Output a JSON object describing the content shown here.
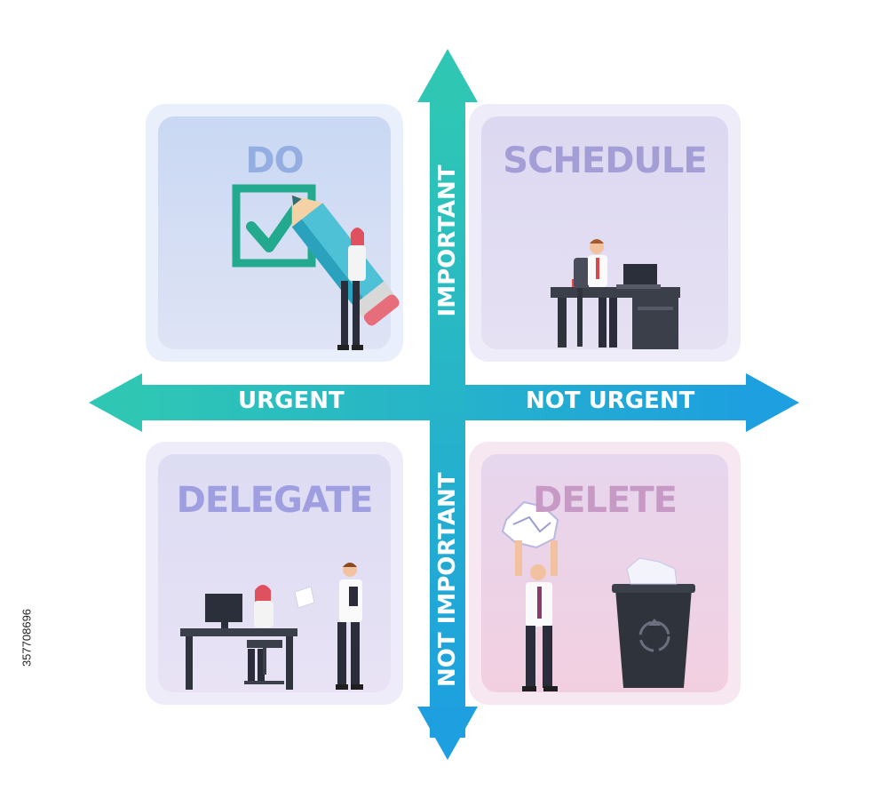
{
  "quadrants": {
    "do": {
      "title": "DO",
      "color": "#9fb3d9"
    },
    "schedule": {
      "title": "SCHEDULE",
      "color": "#a8a4cf"
    },
    "delegate": {
      "title": "DELEGATE",
      "color": "#a7a6d6"
    },
    "delete": {
      "title": "DELETE",
      "color": "#c7a8c9"
    }
  },
  "axes": {
    "left": "URGENT",
    "right": "NOT URGENT",
    "top": "IMPORTANT",
    "bottom": "NOT IMPORTANT"
  },
  "stock_id": "357708696",
  "colors": {
    "axis_start": "#2ec4b6",
    "axis_end": "#1aa0e0",
    "check_green": "#23a98d"
  }
}
